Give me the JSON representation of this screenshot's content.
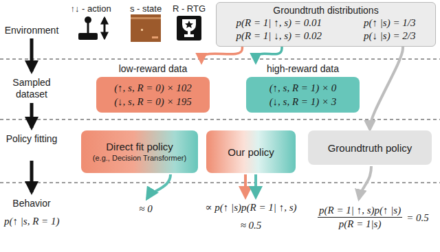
{
  "diagram": {
    "nodes": [
      {
        "text": [
          "Groundtruth distributions",
          "p(R = 1| ↑, s) = 0.01",
          "p(↑ |s) = 1/3",
          "p(R = 1| ↓, s) = 0.02",
          "p(↓ |s) = 2/3"
        ]
      },
      {
        "text": [
          "low-reward data",
          "(↑, s, R = 0) × 102",
          "(↓, s, R = 0) × 195"
        ]
      },
      {
        "text": [
          "high-reward data",
          "(↑, s, R = 1) × 0",
          "(↓, s, R = 1) × 3"
        ]
      },
      {
        "text": [
          "Direct fit policy",
          "(e.g., Decision Transformer)"
        ]
      },
      {
        "text": [
          "Our policy"
        ]
      },
      {
        "text": [
          "Groundtruth policy"
        ]
      }
    ],
    "edges": [
      {
        "from": 0,
        "to": 1,
        "arrow": "to"
      },
      {
        "from": 0,
        "to": 2,
        "arrow": "to"
      },
      {
        "from": 0,
        "to": 5,
        "arrow": "to"
      }
    ],
    "labels": [
      "Environment",
      "Sampled dataset",
      "Policy fitting",
      "Behavior",
      "p(↑ |s, R = 1)",
      "↑↓ - action",
      "s - state",
      "R - RTG",
      "≈ 0",
      "∝ p(↑ |s)p(R = 1| ↑, s)",
      "≈ 0.5",
      "p(R = 1| ↑, s)p(↑ |s)",
      "p(R = 1|s)",
      "= 0.5"
    ]
  }
}
